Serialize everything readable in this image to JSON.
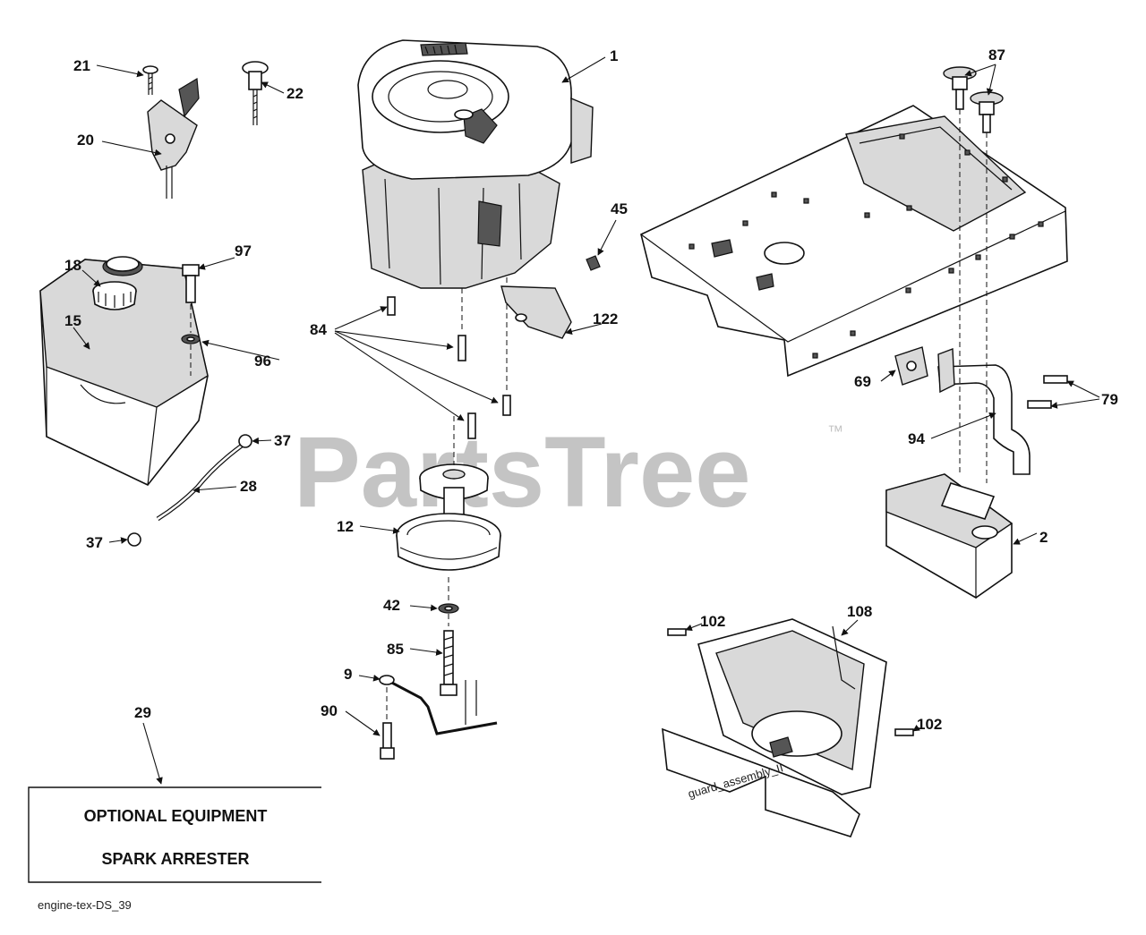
{
  "watermark": {
    "brand": "PartsTree",
    "trademark": "™"
  },
  "callouts": [
    {
      "id": "1",
      "text": "1",
      "part": "engine"
    },
    {
      "id": "2",
      "text": "2",
      "part": "muffler"
    },
    {
      "id": "9",
      "text": "9",
      "part": "rod"
    },
    {
      "id": "12",
      "text": "12",
      "part": "engine-pulley"
    },
    {
      "id": "15",
      "text": "15",
      "part": "fuel-tank"
    },
    {
      "id": "18",
      "text": "18",
      "part": "fuel-cap"
    },
    {
      "id": "20",
      "text": "20",
      "part": "throttle-control"
    },
    {
      "id": "21",
      "text": "21",
      "part": "screw"
    },
    {
      "id": "22",
      "text": "22",
      "part": "choke-knob"
    },
    {
      "id": "28",
      "text": "28",
      "part": "fuel-line"
    },
    {
      "id": "29",
      "text": "29",
      "part": "optional-equipment-box"
    },
    {
      "id": "37a",
      "text": "37",
      "part": "hose-clamp"
    },
    {
      "id": "37b",
      "text": "37",
      "part": "hose-clamp"
    },
    {
      "id": "42",
      "text": "42",
      "part": "washer"
    },
    {
      "id": "45",
      "text": "45",
      "part": "nut"
    },
    {
      "id": "69",
      "text": "69",
      "part": "gasket"
    },
    {
      "id": "79",
      "text": "79",
      "part": "bolts"
    },
    {
      "id": "84",
      "text": "84",
      "part": "engine-bolts"
    },
    {
      "id": "85",
      "text": "85",
      "part": "pulley-bolt"
    },
    {
      "id": "87",
      "text": "87",
      "part": "knobs"
    },
    {
      "id": "90",
      "text": "90",
      "part": "bolt"
    },
    {
      "id": "94",
      "text": "94",
      "part": "exhaust-pipe"
    },
    {
      "id": "96",
      "text": "96",
      "part": "washer"
    },
    {
      "id": "97",
      "text": "97",
      "part": "bolt"
    },
    {
      "id": "102a",
      "text": "102",
      "part": "screw"
    },
    {
      "id": "102b",
      "text": "102",
      "part": "screw"
    },
    {
      "id": "108",
      "text": "108",
      "part": "heat-shield"
    },
    {
      "id": "122",
      "text": "122",
      "part": "deflector"
    }
  ],
  "optional_box": {
    "line1": "OPTIONAL EQUIPMENT",
    "line2": "SPARK ARRESTER"
  },
  "shield_marking": "guard_assembly_II",
  "drawing_code": "engine-tex-DS_39"
}
